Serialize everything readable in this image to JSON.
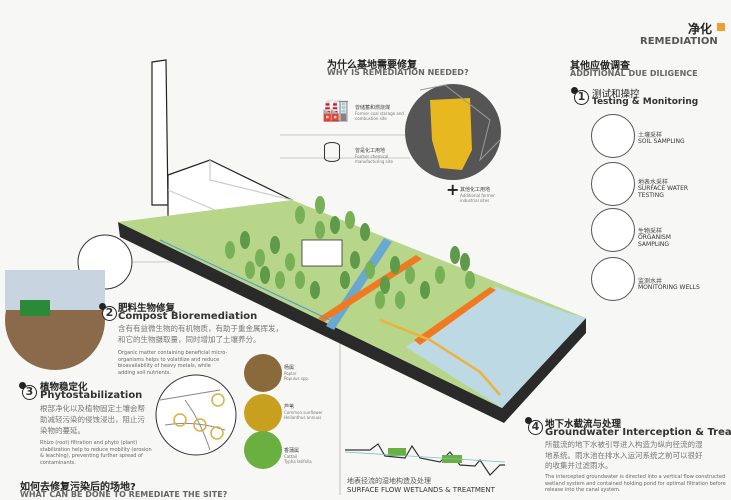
{
  "header": {
    "title_cn": "净化",
    "title_en": "REMEDIATION",
    "badge_color": "#f0a030"
  },
  "why": {
    "title_cn": "为什么基地需要修复",
    "title_en": "WHY  IS REMEDIATION NEEDED?",
    "items": [
      {
        "icon": "factory-icon",
        "cn": "曾储蓄和燃烧煤",
        "en": "Former coal storage and combustion site"
      },
      {
        "icon": "barrel-icon",
        "cn": "曾是化工用地",
        "en": "Former chemical manufacturing site"
      },
      {
        "icon": "plus-icon",
        "cn": "其他化工用地",
        "en": "Additional former industrial sites"
      }
    ]
  },
  "diligence": {
    "title_cn": "其他应做调查",
    "title_en": "ADDITIONAL DUE DILIGENCE",
    "step": {
      "num": "1",
      "cn": "测试和操控",
      "en": "Testing & Monitoring"
    },
    "items": [
      {
        "cn": "土壤采样",
        "en": "SOIL SAMPLING"
      },
      {
        "cn": "地表水采样",
        "en": "SURFACE WATER TESTING"
      },
      {
        "cn": "生物采样",
        "en": "ORGANISM SAMPLING"
      },
      {
        "cn": "监测水井",
        "en": "MONITORING WELLS"
      }
    ]
  },
  "compost": {
    "num": "2",
    "cn": "肥料生物修复",
    "en": "Compost Bioremediation",
    "body_cn": "含有有益微生物的有机物质，有助于重金属挥发，和它的生物摄取量，同时增加了土壤养分。",
    "body_en": "Organic matter containing beneficial micro-organisms helps to volatilize and reduce bioavailability of heavy metals, while adding soil nutrients."
  },
  "phyto": {
    "num": "3",
    "cn": "植物稳定化",
    "en": "Phytostabilization",
    "body_cn": "根部净化以及植物固定土壤会帮助减轻污染的侵蚀浸出，阻止污染物的蔓延。",
    "body_en": "Rhizo (root) filtration and phyto (plant) stabilization help to reduce mobility (erosion & leaching), preventing further spread of contaminants."
  },
  "plants": [
    {
      "cn": "杨属",
      "en": "Poplar",
      "latin": "Populus spp."
    },
    {
      "cn": "芦苇",
      "en": "Common sunflower",
      "latin": "Helianthus annuus"
    },
    {
      "cn": "香蒲属",
      "en": "Cattail",
      "latin": "Typha latifolia"
    }
  ],
  "wetlands": {
    "cn": "地表径流的湿地构造及处理",
    "en": "SURFACE FLOW WETLANDS & TREATMENT"
  },
  "groundwater": {
    "num": "4",
    "cn": "地下水截流与处理",
    "en": "Groundwater Interception & Treatment",
    "body_cn": "所截流的地下水被引导进入构造为纵向径流的湿地系统。雨水池在排水入运河系统之前可以很好的收集并过滤雨水。",
    "body_en": "The intercepted groundwater is directed into a vertical flow constructed wetland system and contained holding pond for optimal filtration before release into the canal system."
  },
  "footer": {
    "cn": "如何去修复污染后的场地?",
    "en": "WHAT CAN BE DONE TO REMEDIATE THE SITE?"
  }
}
